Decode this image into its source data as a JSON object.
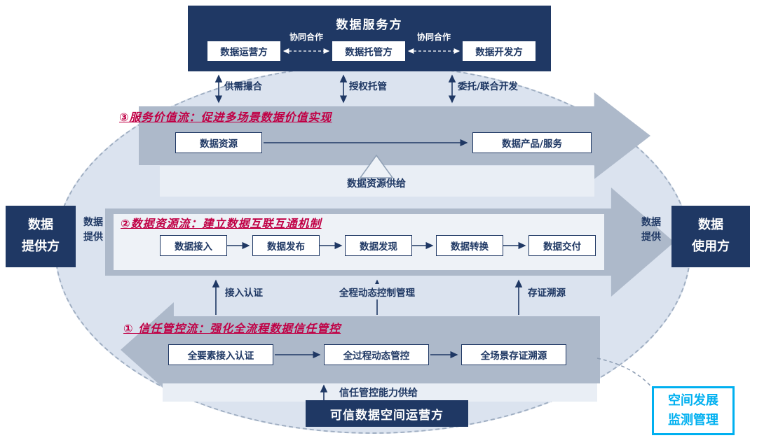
{
  "colors": {
    "navy": "#1F3864",
    "band_gray": "#ADB9CA",
    "ellipse_fill": "#DBE3EF",
    "strip_light": "#E9EEF5",
    "flow_title_red": "#C00045",
    "cyan_accent": "#00B0F0"
  },
  "service_panel": {
    "title": "数据服务方",
    "operator": "数据运营方",
    "custodian": "数据托管方",
    "developer": "数据开发方",
    "collab_left": "协同合作",
    "collab_right": "协同合作"
  },
  "bridge_labels": {
    "matching": "供需撮合",
    "custody": "授权托管",
    "development": "委托/联合开发"
  },
  "service_flow": {
    "title": "③服务价值流：促进多场景数据价值实现",
    "boxes": [
      "数据资源",
      "数据产品/服务"
    ],
    "supply_label": "数据资源供给"
  },
  "resource_flow": {
    "title": "②数据资源流：建立数据互联互通机制",
    "boxes": [
      "数据接入",
      "数据发布",
      "数据发现",
      "数据转换",
      "数据交付"
    ],
    "capabilities": [
      "接入认证",
      "全程动态控制管理",
      "存证溯源"
    ]
  },
  "trust_flow": {
    "title": "① 信任管控流：强化全流程数据信任管控",
    "boxes": [
      "全要素接入认证",
      "全过程动态管控",
      "全场景存证溯源"
    ],
    "supply_label": "信任管控能力供给"
  },
  "operator_box": "可信数据空间运营方",
  "provider_box": {
    "line1": "数据",
    "line2": "提供方"
  },
  "consumer_box": {
    "line1": "数据",
    "line2": "使用方"
  },
  "left_edge_label": {
    "line1": "数据",
    "line2": "提供"
  },
  "right_edge_label": {
    "line1": "数据",
    "line2": "提供"
  },
  "monitor_box": {
    "line1": "空间发展",
    "line2": "监测管理"
  }
}
